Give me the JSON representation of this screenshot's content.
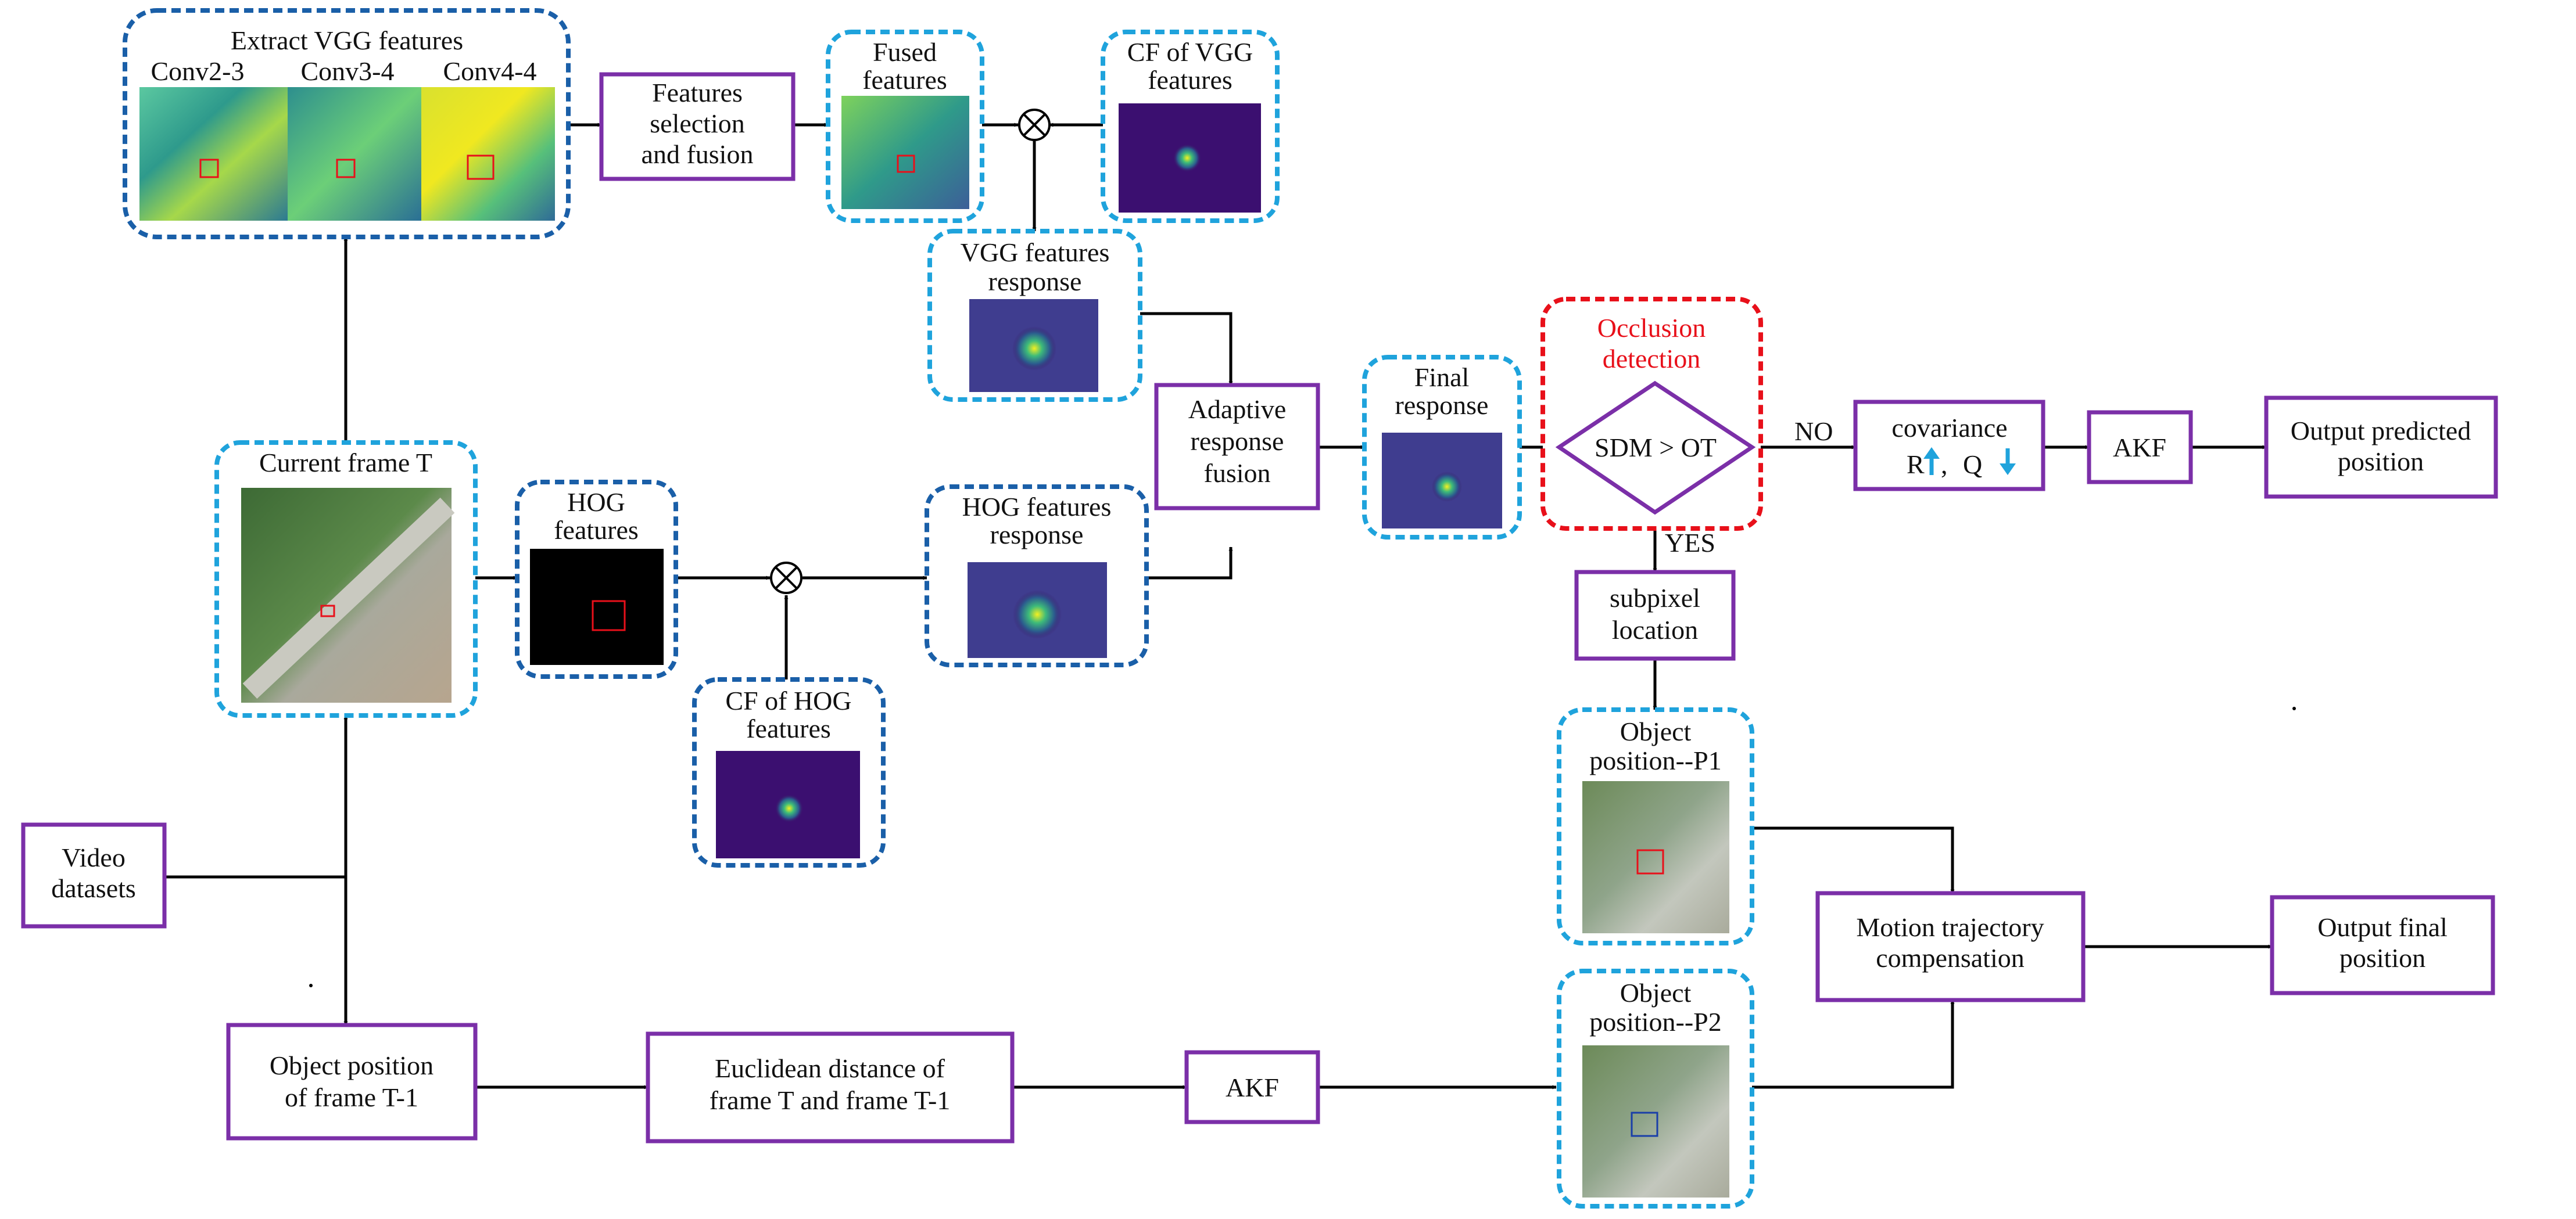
{
  "colors": {
    "process_border": "#7b2fa8",
    "group_border_dark": "#1a5fa8",
    "group_border_light": "#1fa3dc",
    "occlusion_border": "#e8101a",
    "occlusion_title": "#e8101a",
    "arrow": "#000000",
    "up_arrow": "#1fa3dc",
    "down_arrow": "#1fa3dc"
  },
  "vgg": {
    "title": "Extract VGG features",
    "layers": [
      "Conv2-3",
      "Conv3-4",
      "Conv4-4"
    ]
  },
  "features_selection": {
    "line1": "Features",
    "line2": "selection",
    "line3": "and fusion"
  },
  "fused": {
    "line1": "Fused",
    "line2": "features"
  },
  "cf_vgg": {
    "line1": "CF of VGG",
    "line2": "features"
  },
  "vgg_response": {
    "line1": "VGG features",
    "line2": "response"
  },
  "current_frame": {
    "title": "Current frame T"
  },
  "hog": {
    "line1": "HOG",
    "line2": "features"
  },
  "cf_hog": {
    "line1": "CF of HOG",
    "line2": "features"
  },
  "hog_response": {
    "line1": "HOG features",
    "line2": "response"
  },
  "adaptive": {
    "line1": "Adaptive",
    "line2": "response",
    "line3": "fusion"
  },
  "final_response": {
    "line1": "Final",
    "line2": "response"
  },
  "occlusion": {
    "title_line1": "Occlusion",
    "title_line2": "detection",
    "condition": "SDM > OT"
  },
  "branch": {
    "no": "NO",
    "yes": "YES"
  },
  "covariance": {
    "line1": "covariance",
    "r": "R",
    "sep": ", ",
    "q": "Q"
  },
  "akf_top": {
    "label": "AKF"
  },
  "output_predicted": {
    "line1": "Output predicted",
    "line2": "position"
  },
  "subpixel": {
    "line1": "subpixel",
    "line2": "location"
  },
  "p1": {
    "line1": "Object",
    "line2": "position--P1"
  },
  "p2": {
    "line1": "Object",
    "line2": "position--P2"
  },
  "video": {
    "line1": "Video",
    "line2": "datasets"
  },
  "object_prev": {
    "line1": "Object position",
    "line2": "of frame T-1"
  },
  "euclid": {
    "line1": "Euclidean distance of",
    "line2": "frame T and frame T-1"
  },
  "akf_bottom": {
    "label": "AKF"
  },
  "motion": {
    "line1": "Motion trajectory",
    "line2": "compensation"
  },
  "output_final": {
    "line1": "Output final",
    "line2": "position"
  }
}
